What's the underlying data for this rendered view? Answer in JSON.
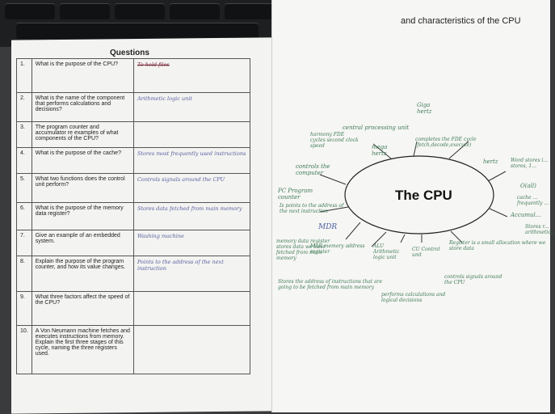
{
  "header": {
    "text": "and characteristics of the CPU"
  },
  "questions_title": "Questions",
  "questions": [
    {
      "num": "1.",
      "text": "What is the purpose of the CPU?",
      "answer": "To hold files",
      "style": "blue"
    },
    {
      "num": "2.",
      "text": "What is the name of the component that performs calculations and decisions?",
      "answer": "Arithmetic logic unit",
      "style": "blue"
    },
    {
      "num": "3.",
      "text": "The program counter and accumulator re examples of what components of the CPU?",
      "answer": "",
      "style": "blue"
    },
    {
      "num": "4.",
      "text": "What is the purpose of the cache?",
      "answer": "Stores most frequently used instructions",
      "style": "blue"
    },
    {
      "num": "5.",
      "text": "What two functions does the control unit perform?",
      "answer": "Controls signals around the CPU",
      "style": "blue"
    },
    {
      "num": "6.",
      "text": "What is the purpose of the memory data register?",
      "answer": "Stores data fetched from main memory",
      "style": "blue"
    },
    {
      "num": "7.",
      "text": "Give an example of an embedded system.",
      "answer": "Washing machine",
      "style": "blue"
    },
    {
      "num": "8.",
      "text": "Explain the purpose of the program counter, and how its value changes.",
      "answer": "Points to the address of the next instruction",
      "style": "blue"
    },
    {
      "num": "9.",
      "text": "What three factors affect the speed of the CPU?",
      "answer": "",
      "style": "strike"
    },
    {
      "num": "10.",
      "text": "A Von Neumann machine fetches and executes instructions from memory. Explain the first three stages of this cycle, naming the three registers used.",
      "answer": "",
      "style": "blue"
    }
  ],
  "mindmap": {
    "center": "The CPU",
    "notes": [
      {
        "id": "giga-hertz",
        "text": "Giga hertz",
        "style": "green"
      },
      {
        "id": "cpu-full",
        "text": "central processing unit",
        "style": "green"
      },
      {
        "id": "harmony",
        "text": "harmony FDE cycles second clock speed",
        "style": "green"
      },
      {
        "id": "mega-hertz",
        "text": "mega hertz",
        "style": "green"
      },
      {
        "id": "fde",
        "text": "completes the FDE cycle (fetch,decode,execute)",
        "style": "green"
      },
      {
        "id": "hertz",
        "text": "hertz",
        "style": "green"
      },
      {
        "id": "word-stores",
        "text": "Word stores i... stores, 1...",
        "style": "green"
      },
      {
        "id": "ocache",
        "text": "O(all)",
        "style": "green"
      },
      {
        "id": "cache-stores",
        "text": "cache ... frequently ...",
        "style": "green"
      },
      {
        "id": "accumulator",
        "text": "Accumul...",
        "style": "green"
      },
      {
        "id": "acc-desc",
        "text": "Stores r... arithmetic...",
        "style": "green"
      },
      {
        "id": "controls-computer",
        "text": "controls the computer",
        "style": "green"
      },
      {
        "id": "pc",
        "text": "PC Program counter",
        "style": "green"
      },
      {
        "id": "pc-desc",
        "text": "Is points to the address of the next instruction",
        "style": "green"
      },
      {
        "id": "mdr",
        "text": "MDR",
        "style": "blue"
      },
      {
        "id": "mdr-desc",
        "text": "memory data register stores data we have fetched from main memory",
        "style": "green"
      },
      {
        "id": "mar",
        "text": "MAR memory address register",
        "style": "green"
      },
      {
        "id": "alu",
        "text": "ALU Arithmetic logic unit",
        "style": "green"
      },
      {
        "id": "cu",
        "text": "CU Control unit",
        "style": "green"
      },
      {
        "id": "register",
        "text": "Register is a small allocation where we store data",
        "style": "green"
      },
      {
        "id": "mar-desc",
        "text": "Stores the address of instructions that are going to be fetched from main memory",
        "style": "green"
      },
      {
        "id": "alu-desc",
        "text": "performs calculations and logical decisions",
        "style": "green"
      },
      {
        "id": "cu-desc",
        "text": "controls signals around the CPU",
        "style": "green"
      }
    ]
  }
}
